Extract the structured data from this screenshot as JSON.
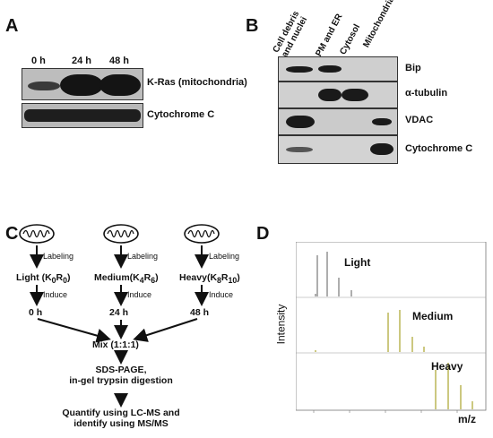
{
  "panel_a": {
    "letter": "A",
    "timepoints": [
      "0 h",
      "24 h",
      "48 h"
    ],
    "blots": [
      {
        "label": "K-Ras (mitochondria)"
      },
      {
        "label": "Cytochrome C"
      }
    ]
  },
  "panel_b": {
    "letter": "B",
    "fractions": [
      "Cell debris and nuclei",
      "PM and ER",
      "Cytosol",
      "Mitochondria"
    ],
    "fraction_lines": [
      [
        "Cell debris",
        "and nuclei"
      ],
      [
        "PM and ER"
      ],
      [
        "Cytosol"
      ],
      [
        "Mitochondria"
      ]
    ],
    "blots": [
      {
        "label": "Bip"
      },
      {
        "label": "α-tubulin"
      },
      {
        "label": "VDAC"
      },
      {
        "label": "Cytochrome C"
      }
    ]
  },
  "panel_c": {
    "letter": "C",
    "labeling": "Labeling",
    "induce": "Induce",
    "conditions": [
      {
        "name": "Light",
        "label_main": "Light (K",
        "sub1": "0",
        "mid": "R",
        "sub2": "0",
        "close": ")",
        "time": "0 h"
      },
      {
        "name": "Medium",
        "label_main": "Medium(K",
        "sub1": "4",
        "mid": "R",
        "sub2": "6",
        "close": ")",
        "time": "24 h"
      },
      {
        "name": "Heavy",
        "label_main": "Heavy(K",
        "sub1": "8",
        "mid": "R",
        "sub2": "10",
        "close": ")",
        "time": "48 h"
      }
    ],
    "mix": "Mix (1:1:1)",
    "step1_line1": "SDS-PAGE,",
    "step1_line2": "in-gel trypsin digestion",
    "step2_line1": "Quantify using LC-MS and",
    "step2_line2": "identify using MS/MS"
  },
  "panel_d": {
    "letter": "D",
    "ylabel": "Intensity",
    "xlabel": "m/z",
    "spectra": [
      {
        "name": "Light"
      },
      {
        "name": "Medium"
      },
      {
        "name": "Heavy"
      }
    ]
  }
}
